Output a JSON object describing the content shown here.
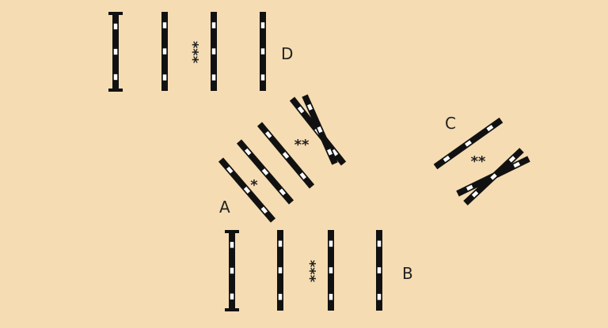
{
  "colors": {
    "background": "#f5dcb2",
    "bar": "#111111",
    "gap": "#ffffff"
  },
  "groups": {
    "A": {
      "label": "A",
      "marker": "*"
    },
    "B": {
      "label": "B",
      "marker": "***"
    },
    "C": {
      "label": "C",
      "marker": "**"
    },
    "D": {
      "label": "D",
      "marker": "***"
    }
  },
  "center": {
    "marker": "**"
  }
}
